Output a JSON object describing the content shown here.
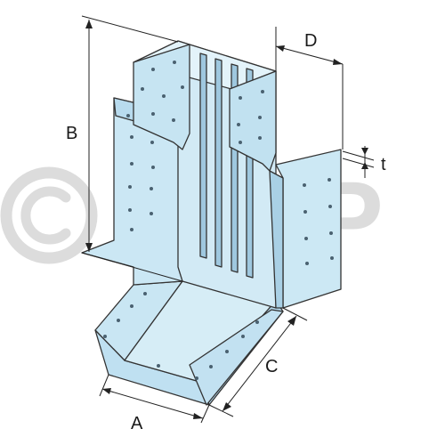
{
  "watermark": {
    "symbol": "©",
    "text": "BILP"
  },
  "dimensions": {
    "A": "A",
    "B": "B",
    "C": "C",
    "D": "D",
    "t": "t"
  },
  "colors": {
    "plate_light": "#d9eef6",
    "plate_mid": "#bfdff0",
    "plate_dark": "#a6cde3",
    "outline": "#333333",
    "holes": "#4a6170",
    "dimension_lines": "#222222",
    "watermark": "#dcdcdc"
  }
}
